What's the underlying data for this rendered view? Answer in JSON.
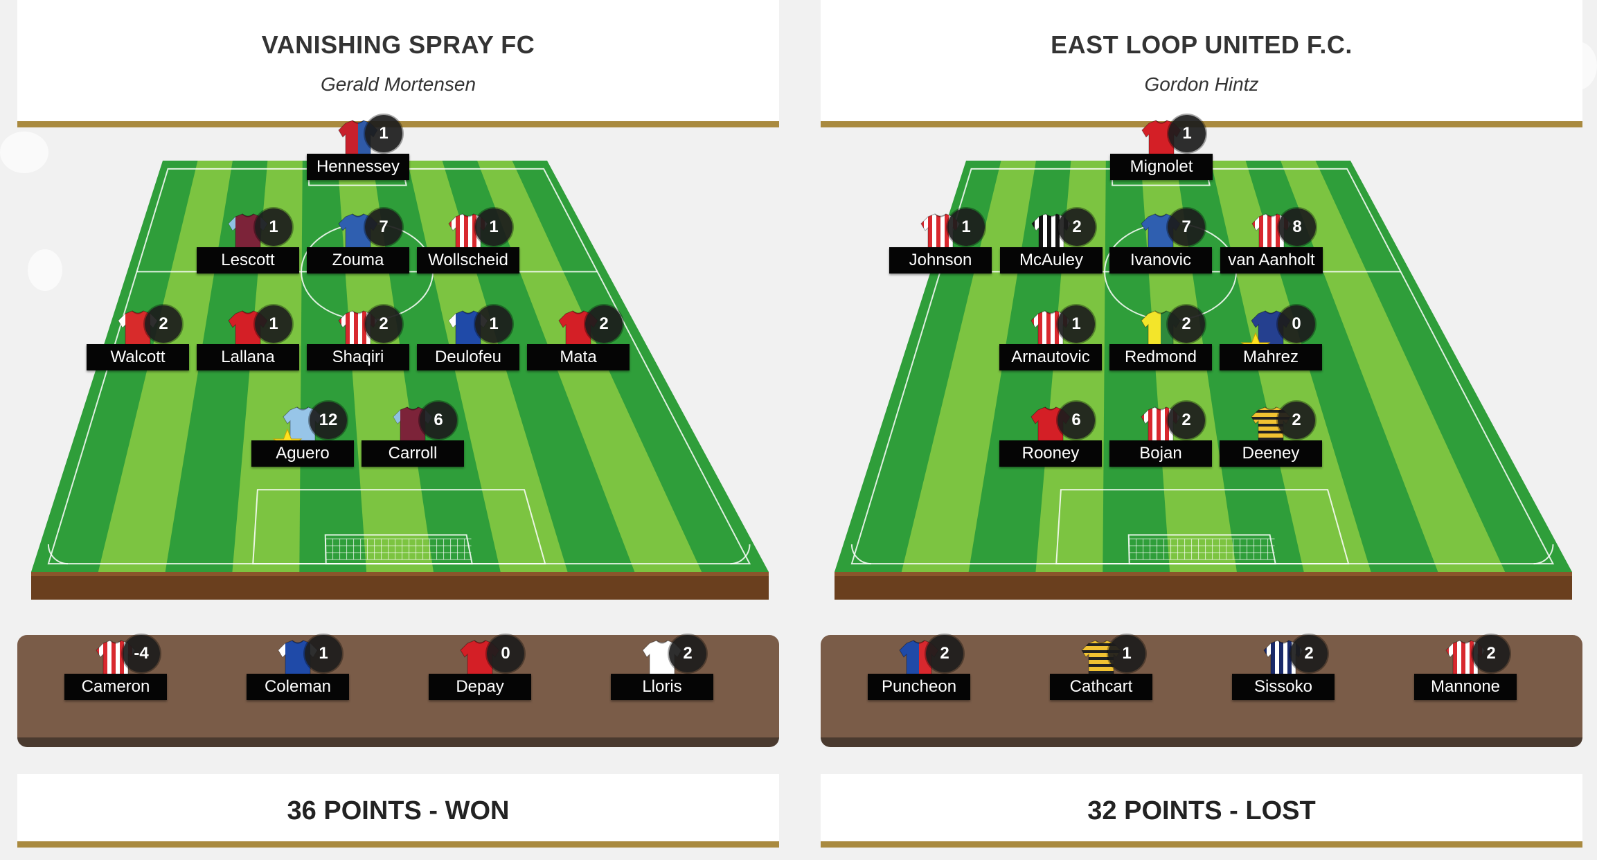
{
  "teams": [
    {
      "name": "VANISHING SPRAY FC",
      "manager": "Gerald Mortensen",
      "result": "36 POINTS - WON",
      "starters": [
        {
          "name": "Hennessey",
          "points": "1",
          "kit": "vertical-halves",
          "colors": [
            "#c8202c",
            "#2f5aa8"
          ]
        },
        {
          "name": "Lescott",
          "points": "1",
          "kit": "sleeves",
          "colors": [
            "#7c2339",
            "#8fc1e3"
          ]
        },
        {
          "name": "Zouma",
          "points": "7",
          "kit": "plain",
          "colors": [
            "#2f5fb0",
            "#2f5fb0"
          ]
        },
        {
          "name": "Wollscheid",
          "points": "1",
          "kit": "stripes",
          "colors": [
            "#d8282e",
            "#ffffff"
          ]
        },
        {
          "name": "Walcott",
          "points": "2",
          "kit": "sleeves",
          "colors": [
            "#d82b2b",
            "#ffffff"
          ]
        },
        {
          "name": "Lallana",
          "points": "1",
          "kit": "plain",
          "colors": [
            "#d41f26",
            "#d41f26"
          ]
        },
        {
          "name": "Shaqiri",
          "points": "2",
          "kit": "stripes",
          "colors": [
            "#d8282e",
            "#ffffff"
          ]
        },
        {
          "name": "Deulofeu",
          "points": "1",
          "kit": "sleeves",
          "colors": [
            "#1f4aa8",
            "#ffffff"
          ]
        },
        {
          "name": "Mata",
          "points": "2",
          "kit": "plain",
          "colors": [
            "#d41f26",
            "#d41f26"
          ]
        },
        {
          "name": "Aguero",
          "points": "12",
          "kit": "plain",
          "colors": [
            "#97c5e8",
            "#97c5e8"
          ],
          "captain": true
        },
        {
          "name": "Carroll",
          "points": "6",
          "kit": "sleeves",
          "colors": [
            "#7c2339",
            "#8fc1e3"
          ]
        }
      ],
      "bench": [
        {
          "name": "Cameron",
          "points": "-4",
          "kit": "stripes",
          "colors": [
            "#d8282e",
            "#ffffff"
          ]
        },
        {
          "name": "Coleman",
          "points": "1",
          "kit": "sleeves",
          "colors": [
            "#1f4aa8",
            "#ffffff"
          ]
        },
        {
          "name": "Depay",
          "points": "0",
          "kit": "plain",
          "colors": [
            "#d41f26",
            "#d41f26"
          ]
        },
        {
          "name": "Lloris",
          "points": "2",
          "kit": "plain",
          "colors": [
            "#ffffff",
            "#ffffff"
          ]
        }
      ]
    },
    {
      "name": "EAST LOOP UNITED F.C.",
      "manager": "Gordon Hintz",
      "result": "32 POINTS - LOST",
      "starters": [
        {
          "name": "Mignolet",
          "points": "1",
          "kit": "plain",
          "colors": [
            "#d41f26",
            "#d41f26"
          ]
        },
        {
          "name": "Johnson",
          "points": "1",
          "kit": "stripes",
          "colors": [
            "#d8282e",
            "#ffffff"
          ]
        },
        {
          "name": "McAuley",
          "points": "2",
          "kit": "stripes",
          "colors": [
            "#111111",
            "#ffffff"
          ]
        },
        {
          "name": "Ivanovic",
          "points": "7",
          "kit": "plain",
          "colors": [
            "#2f5fb0",
            "#2f5fb0"
          ]
        },
        {
          "name": "van Aanholt",
          "points": "8",
          "kit": "stripes",
          "colors": [
            "#d8282e",
            "#ffffff"
          ]
        },
        {
          "name": "Arnautovic",
          "points": "1",
          "kit": "stripes",
          "colors": [
            "#d8282e",
            "#ffffff"
          ]
        },
        {
          "name": "Redmond",
          "points": "2",
          "kit": "vertical-halves",
          "colors": [
            "#f3e52a",
            "#2e8a3c"
          ]
        },
        {
          "name": "Mahrez",
          "points": "0",
          "kit": "plain",
          "colors": [
            "#25408f",
            "#25408f"
          ],
          "captain": true
        },
        {
          "name": "Rooney",
          "points": "6",
          "kit": "plain",
          "colors": [
            "#d41f26",
            "#d41f26"
          ]
        },
        {
          "name": "Bojan",
          "points": "2",
          "kit": "stripes",
          "colors": [
            "#d8282e",
            "#ffffff"
          ]
        },
        {
          "name": "Deeney",
          "points": "2",
          "kit": "hoops",
          "colors": [
            "#f1c232",
            "#222222"
          ]
        }
      ],
      "bench": [
        {
          "name": "Puncheon",
          "points": "2",
          "kit": "vertical-halves",
          "colors": [
            "#1f4aa8",
            "#d8282e"
          ]
        },
        {
          "name": "Cathcart",
          "points": "1",
          "kit": "hoops",
          "colors": [
            "#f1c232",
            "#222222"
          ]
        },
        {
          "name": "Sissoko",
          "points": "2",
          "kit": "stripes",
          "colors": [
            "#1a2a6a",
            "#ffffff"
          ]
        },
        {
          "name": "Mannone",
          "points": "2",
          "kit": "stripes",
          "colors": [
            "#d8282e",
            "#ffffff"
          ]
        }
      ]
    }
  ]
}
